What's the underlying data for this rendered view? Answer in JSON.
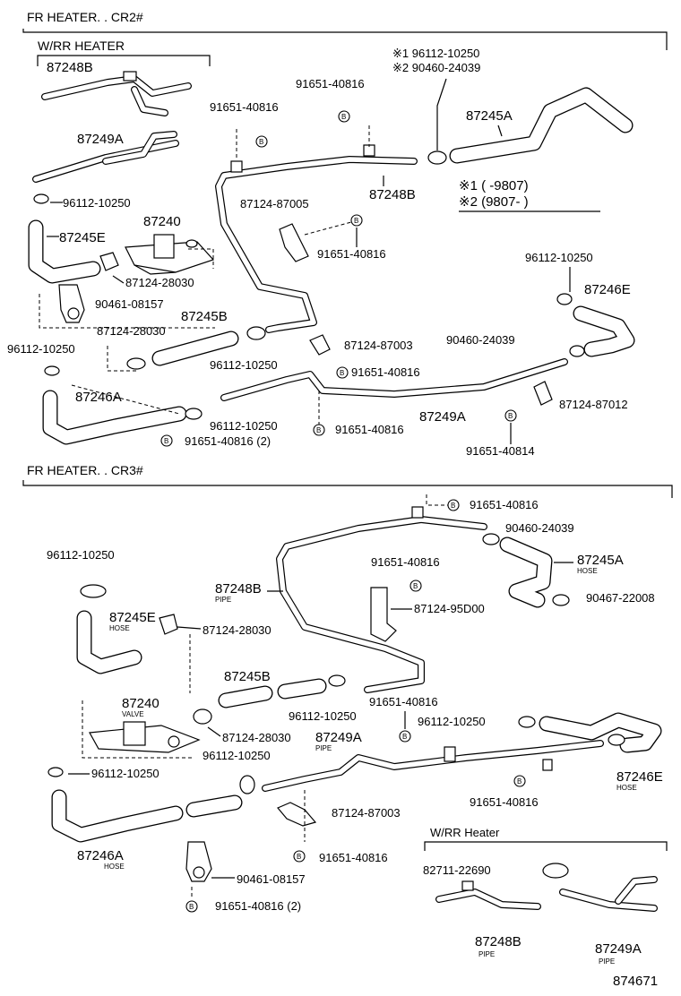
{
  "sections": {
    "top_title": "FR HEATER. . CR2#",
    "top_sub": "W/RR HEATER",
    "bottom_title": "FR HEATER. . CR3#",
    "bottom_sub": "W/RR Heater"
  },
  "notes": {
    "n1_part": "※1 96112-10250",
    "n2_part": "※2 90460-24039",
    "n1_range": "※1 (          -9807)",
    "n2_range": "※2 (9807-          )"
  },
  "labels": {
    "t_87248b_a": "87248B",
    "t_87249a_a": "87249A",
    "t_96112_a": "96112-10250",
    "t_87245e": "87245E",
    "t_87240": "87240",
    "t_87124_28030_a": "87124-28030",
    "t_90461": "90461-08157",
    "t_87245b": "87245B",
    "t_87124_28030_b": "87124-28030",
    "t_96112_b": "96112-10250",
    "t_87246a": "87246A",
    "t_91651_2": "91651-40816 (2)",
    "t_96112_c": "96112-10250",
    "t_96112_d": "96112-10250",
    "t_91651_a": "91651-40816",
    "t_91651_b": "91651-40816",
    "t_87245a": "87245A",
    "t_87248b_b": "87248B",
    "t_87124_87005": "87124-87005",
    "t_91651_c": "91651-40816",
    "t_96112_e": "96112-10250",
    "t_87246e": "87246E",
    "t_90460": "90460-24039",
    "t_87124_87003": "87124-87003",
    "t_91651_d": "91651-40816",
    "t_87249a_b": "87249A",
    "t_87124_87012": "87124-87012",
    "t_91651_e": "91651-40816",
    "t_91651_40814": "91651-40814",
    "b_96112_a": "96112-10250",
    "b_87245e": "87245E",
    "b_87124_28030_a": "87124-28030",
    "b_87240": "87240",
    "b_96112_b": "96112-10250",
    "b_87246a": "87246A",
    "b_87245b": "87245B",
    "b_87124_28030_b": "87124-28030",
    "b_96112_c": "96112-10250",
    "b_96112_d": "96112-10250",
    "b_87248b": "87248B",
    "b_91651_a": "91651-40816",
    "b_90460": "90460-24039",
    "b_87245a": "87245A",
    "b_90467": "90467-22008",
    "b_91651_b": "91651-40816",
    "b_87124_95d00": "87124-95D00",
    "b_91651_c": "91651-40816",
    "b_96112_e": "96112-10250",
    "b_87249a": "87249A",
    "b_87246e": "87246E",
    "b_91651_d": "91651-40816",
    "b_87124_87003": "87124-87003",
    "b_91651_e": "91651-40816",
    "b_90461": "90461-08157",
    "b_91651_2": "91651-40816 (2)",
    "b_82711": "82711-22690",
    "b_87248b_rr": "87248B",
    "b_87249a_rr": "87249A",
    "figure_number": "874671"
  },
  "sublabels": {
    "hose": "HOSE",
    "pipe": "PIPE",
    "valve": "VALVE"
  },
  "bolt_mark": "B"
}
